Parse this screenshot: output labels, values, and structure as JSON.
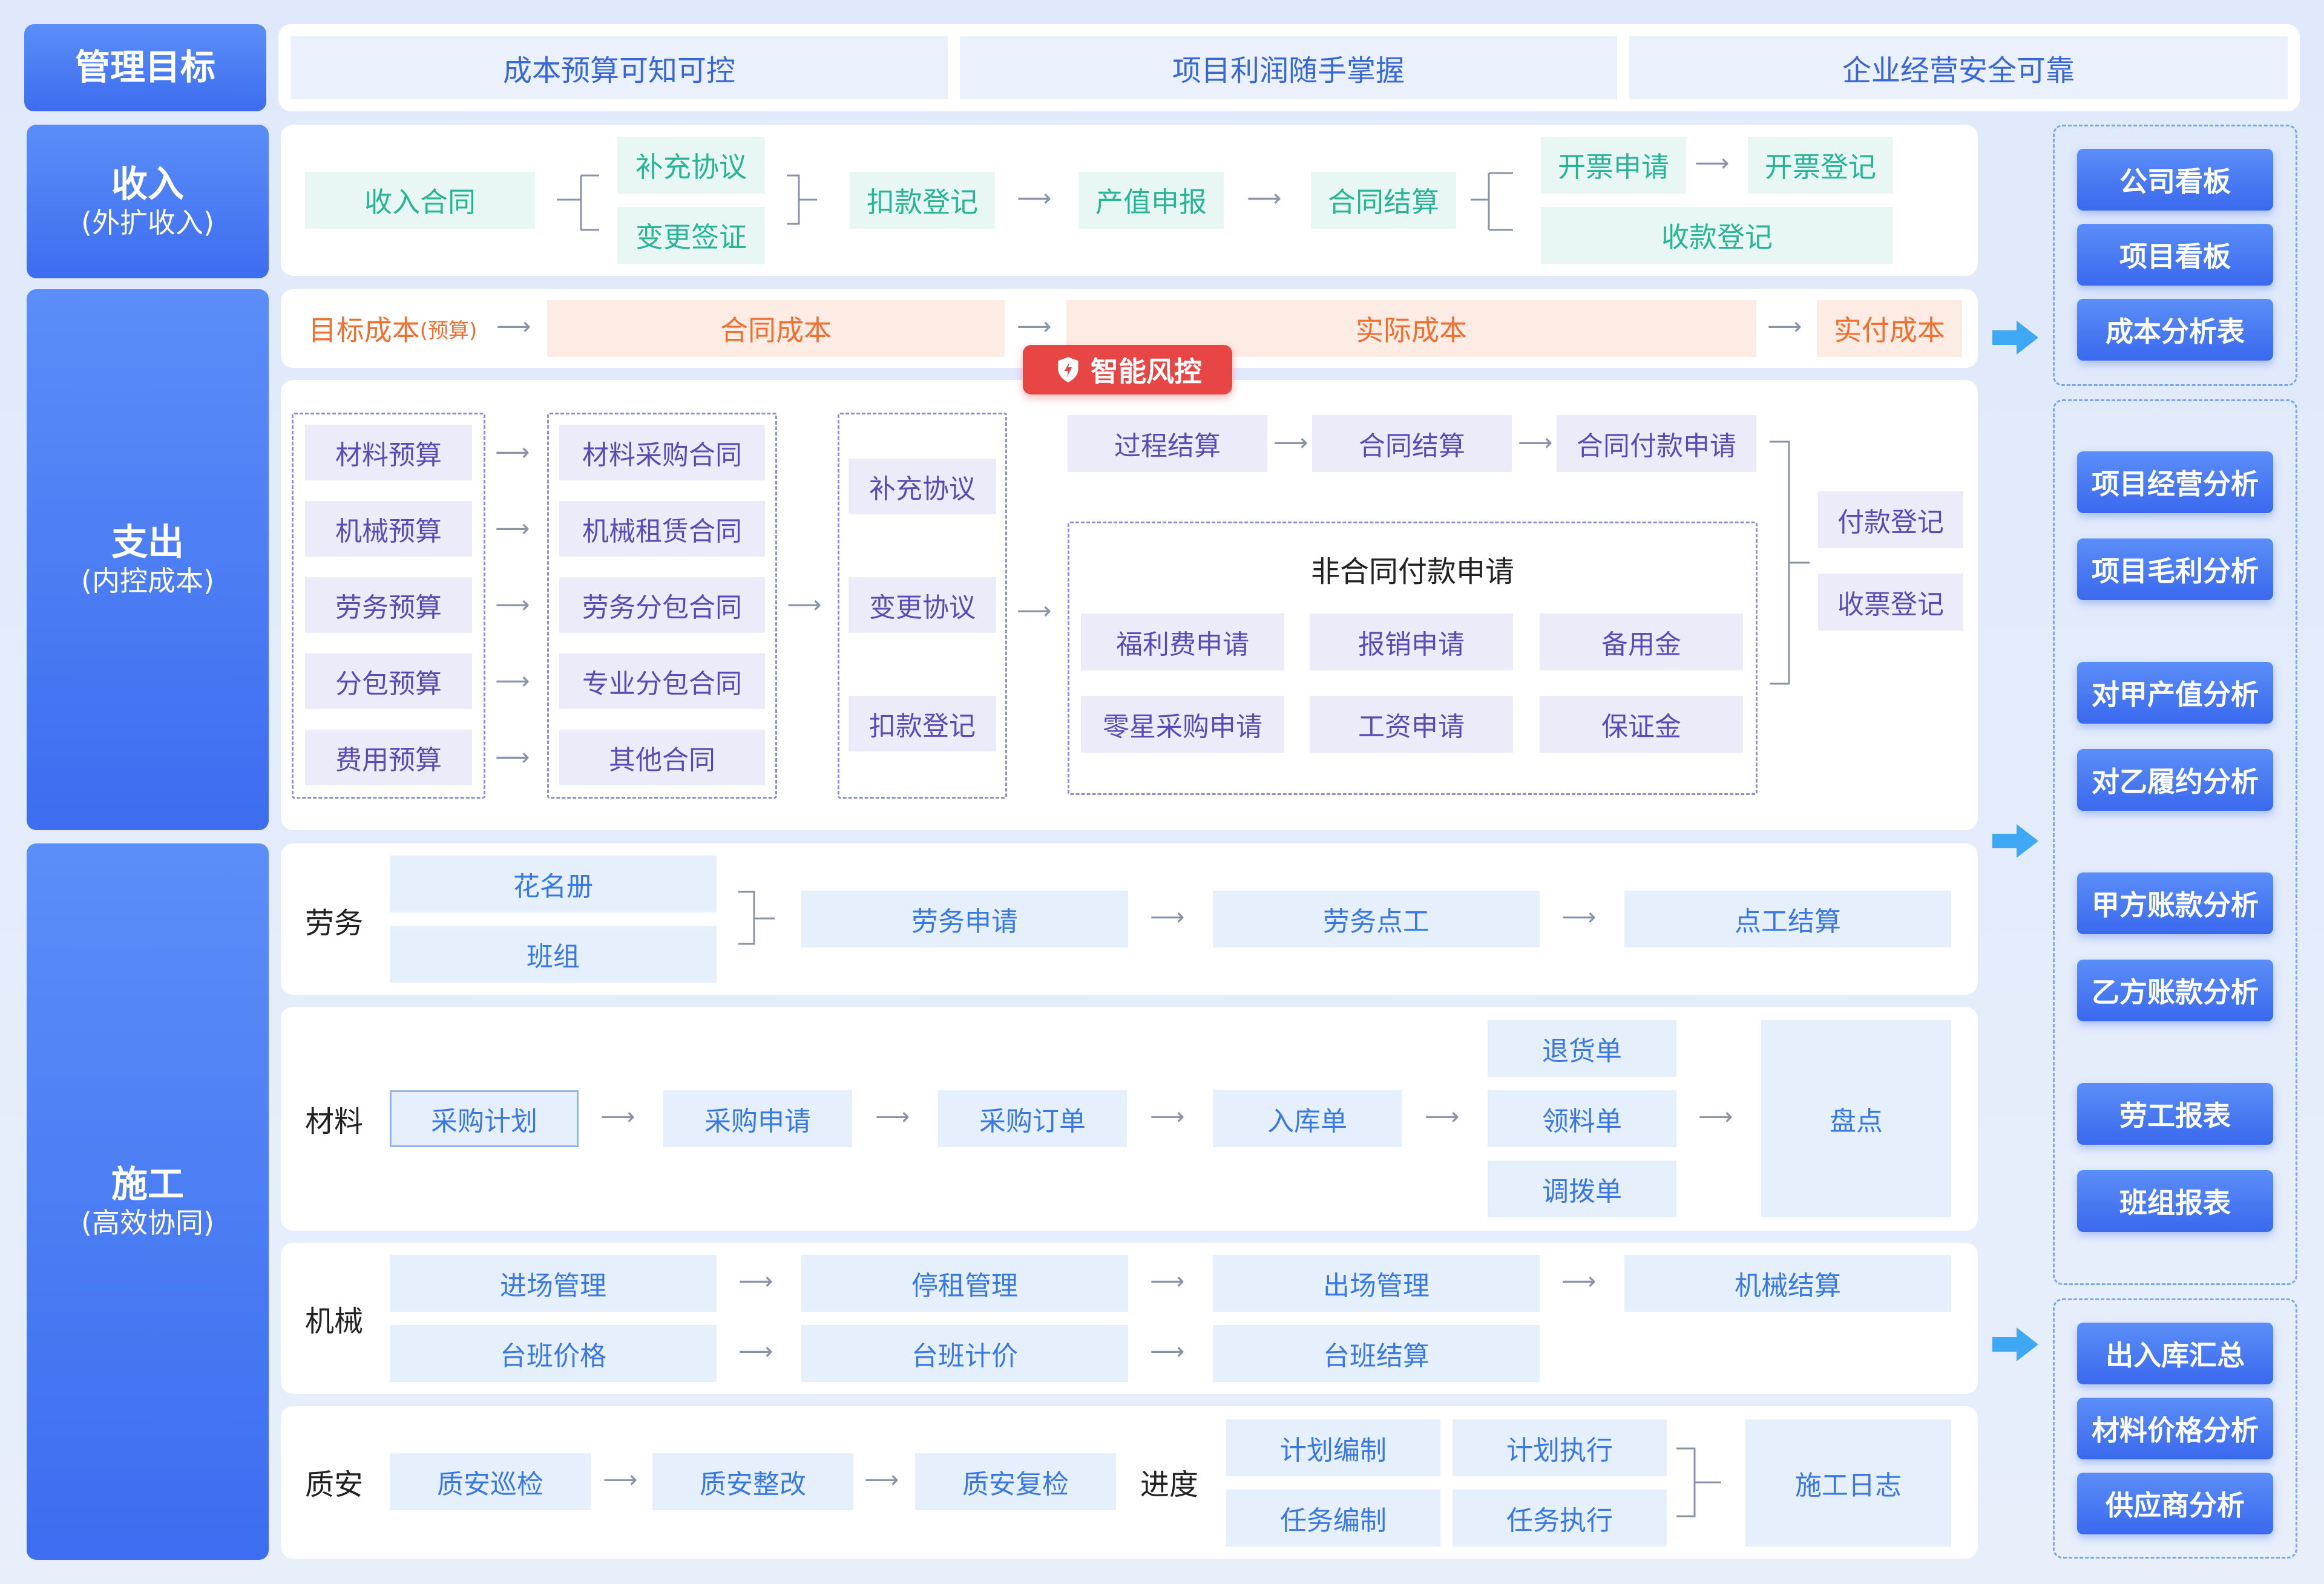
{
  "header": {
    "label": "管理目标",
    "goals": [
      "成本预算可知可控",
      "项目利润随手掌握",
      "企业经营安全可靠"
    ]
  },
  "income": {
    "label": "收入",
    "sub": "(外扩收入)",
    "contract": "收入合同",
    "supplement": "补充协议",
    "change": "变更签证",
    "deduction": "扣款登记",
    "output": "产值申报",
    "settlement": "合同结算",
    "invoice_apply": "开票申请",
    "invoice_register": "开票登记",
    "payment_register": "收款登记"
  },
  "expense": {
    "label": "支出",
    "sub": "(内控成本)",
    "cost_bar": {
      "target": "目标成本",
      "target_note": "(预算)",
      "contract": "合同成本",
      "actual": "实际成本",
      "paid": "实付成本"
    },
    "risk_badge": "智能风控",
    "budgets": [
      "材料预算",
      "机械预算",
      "劳务预算",
      "分包预算",
      "费用预算"
    ],
    "contracts": [
      "材料采购合同",
      "机械租赁合同",
      "劳务分包合同",
      "专业分包合同",
      "其他合同"
    ],
    "adjust": [
      "补充协议",
      "变更协议",
      "扣款登记"
    ],
    "flow": [
      "过程结算",
      "合同结算",
      "合同付款申请"
    ],
    "noncontract_title": "非合同付款申请",
    "noncontract": [
      "福利费申请",
      "报销申请",
      "备用金",
      "零星采购申请",
      "工资申请",
      "保证金"
    ],
    "pay": [
      "付款登记",
      "收票登记"
    ]
  },
  "construction": {
    "label": "施工",
    "sub": "(高效协同)",
    "labor": {
      "label": "劳务",
      "roster": "花名册",
      "team": "班组",
      "flow": [
        "劳务申请",
        "劳务点工",
        "点工结算"
      ]
    },
    "material": {
      "label": "材料",
      "flow": [
        "采购计划",
        "采购申请",
        "采购订单",
        "入库单"
      ],
      "branch": [
        "退货单",
        "领料单",
        "调拨单"
      ],
      "check": "盘点"
    },
    "machine": {
      "label": "机械",
      "row1": [
        "进场管理",
        "停租管理",
        "出场管理",
        "机械结算"
      ],
      "row2": [
        "台班价格",
        "台班计价",
        "台班结算"
      ]
    },
    "quality": {
      "label": "质安",
      "flow": [
        "质安巡检",
        "质安整改",
        "质安复检"
      ],
      "progress_label": "进度",
      "plan": [
        "计划编制",
        "计划执行"
      ],
      "task": [
        "任务编制",
        "任务执行"
      ],
      "log": "施工日志"
    }
  },
  "reports": {
    "group1": [
      "公司看板",
      "项目看板",
      "成本分析表"
    ],
    "group2": [
      "项目经营分析",
      "项目毛利分析",
      "对甲产值分析",
      "对乙履约分析",
      "甲方账款分析",
      "乙方账款分析",
      "劳工报表",
      "班组报表"
    ],
    "group3": [
      "出入库汇总",
      "材料价格分析",
      "供应商分析"
    ]
  }
}
